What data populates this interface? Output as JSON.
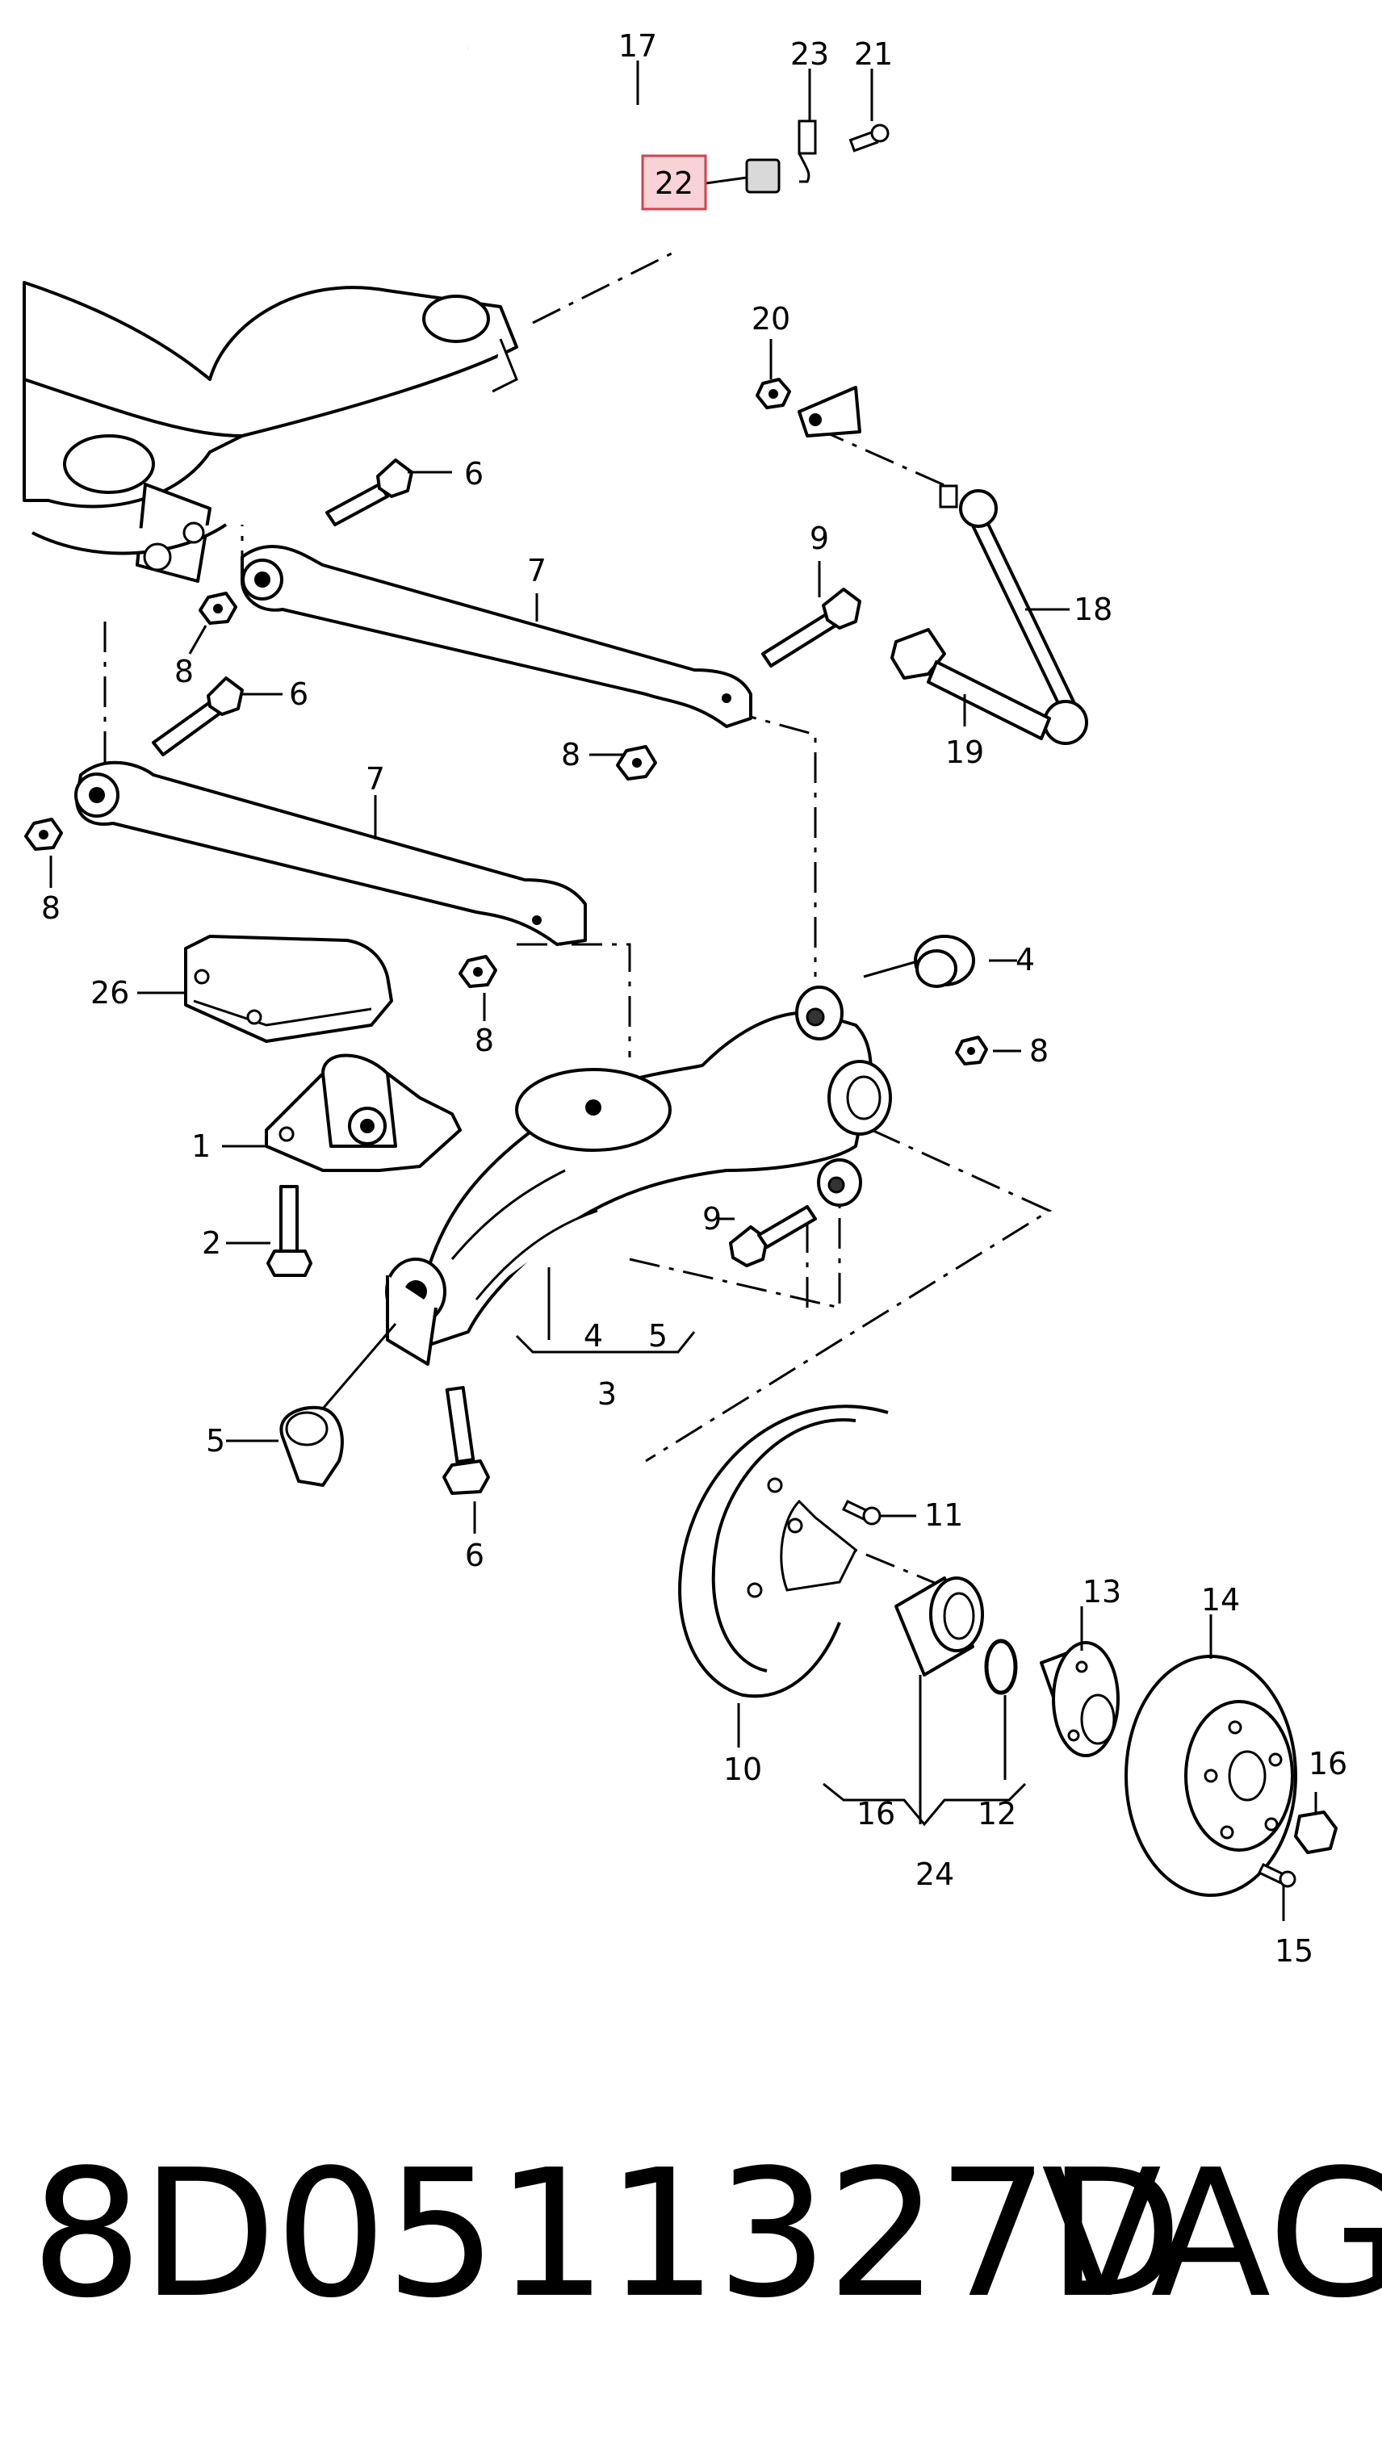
{
  "callouts": {
    "c1": "1",
    "c2": "2",
    "c3": "3",
    "c4a": "4",
    "c4b": "4",
    "c5a": "5",
    "c5b": "5",
    "c6a": "6",
    "c6b": "6",
    "c6c": "6",
    "c7a": "7",
    "c7b": "7",
    "c8a": "8",
    "c8b": "8",
    "c8c": "8",
    "c8d": "8",
    "c8e": "8",
    "c9a": "9",
    "c9b": "9",
    "c10": "10",
    "c11": "11",
    "c12": "12",
    "c13": "13",
    "c14": "14",
    "c15": "15",
    "c16a": "16",
    "c16b": "16",
    "c17": "17",
    "c18": "18",
    "c19": "19",
    "c20": "20",
    "c21": "21",
    "c22": "22",
    "c23": "23",
    "c24": "24",
    "c26": "26"
  },
  "highlighted_callout": "22",
  "highlight_color": "#f8d2d6",
  "footer": {
    "part_number": "8D0511327D",
    "brand": "VAG"
  }
}
